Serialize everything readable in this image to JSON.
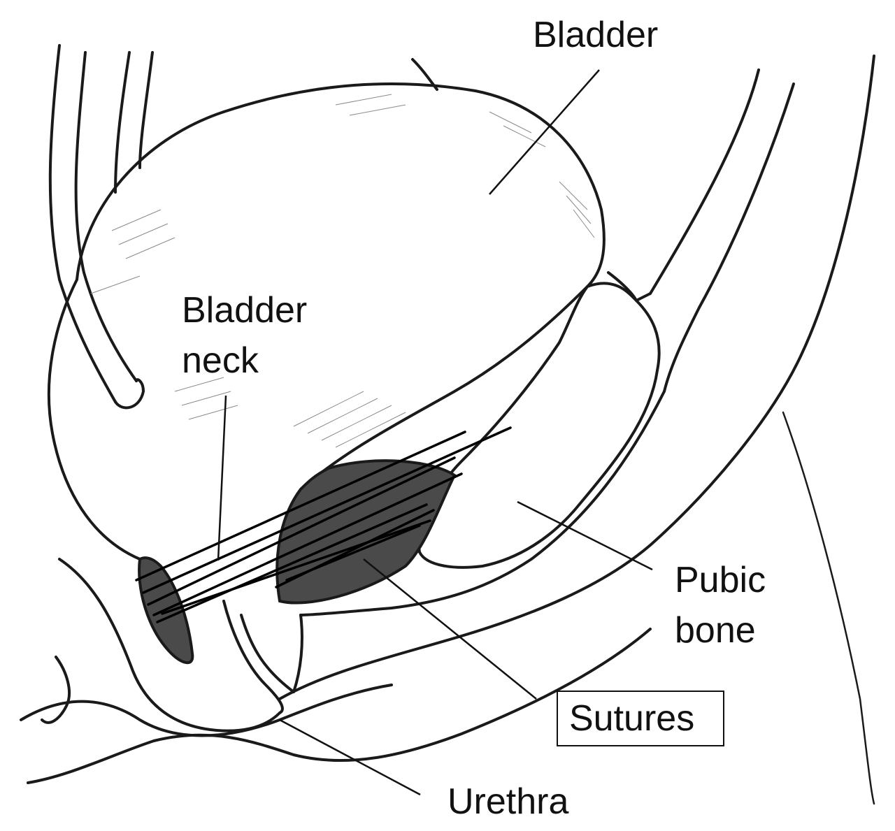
{
  "labels": {
    "bladder": "Bladder",
    "bladder_neck_line1": "Bladder",
    "bladder_neck_line2": "neck",
    "pubic_bone_line1": "Pubic",
    "pubic_bone_line2": "bone",
    "sutures": "Sutures",
    "urethra": "Urethra"
  }
}
